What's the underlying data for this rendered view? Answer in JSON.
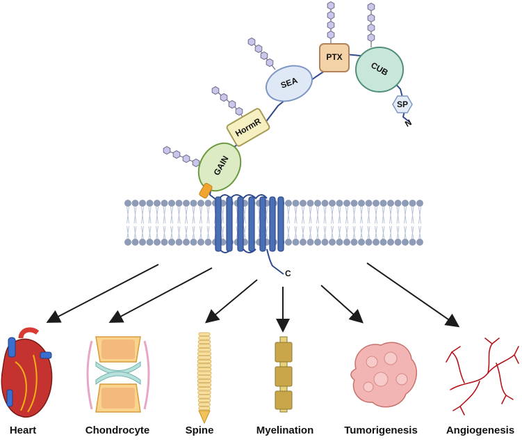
{
  "domains": {
    "gain": "GAIN",
    "hormr": "HormR",
    "sea": "SEA",
    "ptx": "PTX",
    "cub": "CUB",
    "sp": "SP"
  },
  "termini": {
    "n": "N",
    "c": "C"
  },
  "tissues": [
    {
      "id": "heart",
      "label": "Heart"
    },
    {
      "id": "chondrocyte",
      "label": "Chondrocyte"
    },
    {
      "id": "spine",
      "label": "Spine"
    },
    {
      "id": "myelination",
      "label": "Myelination"
    },
    {
      "id": "tumorigenesis",
      "label": "Tumorigenesis"
    },
    {
      "id": "angiogenesis",
      "label": "Angiogenesis"
    }
  ],
  "colors": {
    "backbone": "#2e4a8c",
    "helix": "#4a6fb5",
    "lipid_head": "#8e9cb8",
    "glycan": "#c9c6ea",
    "gain_fill": "#dcebc4",
    "hormr_fill": "#f6efc2",
    "sea_fill": "#dfe8f5",
    "ptx_fill": "#f3d2a8",
    "cub_fill": "#c9e6db",
    "sp_fill": "#e3ecf7",
    "stachel": "#f0a531",
    "arrow": "#1c1c1c"
  }
}
